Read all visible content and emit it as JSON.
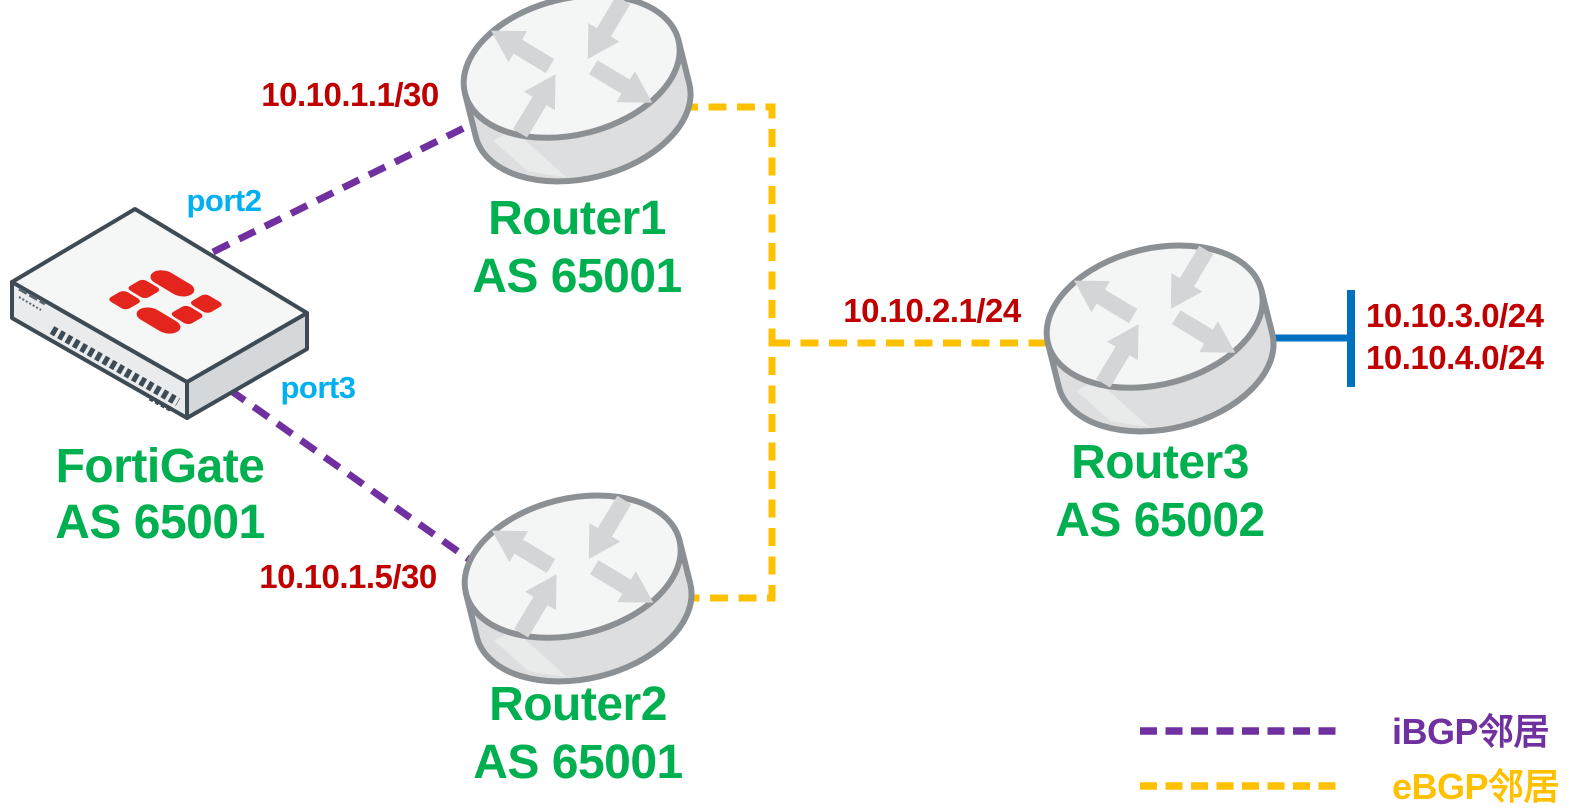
{
  "colors": {
    "ibgp_link": "#7030A0",
    "ebgp_link": "#FFC000",
    "lan_link": "#0070C0",
    "ip_text": "#C00000",
    "node_text": "#00B050",
    "port_text": "#00B0F0",
    "fortinet_red": "#E3251E",
    "router_top": "#F4F5F5",
    "router_side": "#DCDEDF",
    "router_stroke": "#8A9094",
    "chassis_stroke": "#3E4A54"
  },
  "nodes": {
    "fortigate": {
      "name": "FortiGate",
      "asn": "AS 65001"
    },
    "router1": {
      "name": "Router1",
      "asn": "AS 65001"
    },
    "router2": {
      "name": "Router2",
      "asn": "AS 65001"
    },
    "router3": {
      "name": "Router3",
      "asn": "AS 65002"
    }
  },
  "interfaces": {
    "fortigate_port2": "port2",
    "fortigate_port3": "port3",
    "router1_ip": "10.10.1.1/30",
    "router2_ip": "10.10.1.5/30",
    "router3_ip": "10.10.2.1/24",
    "router3_lan1": "10.10.3.0/24",
    "router3_lan2": "10.10.4.0/24"
  },
  "legend": {
    "ibgp_label": "iBGP邻居",
    "ebgp_label": "eBGP邻居"
  }
}
